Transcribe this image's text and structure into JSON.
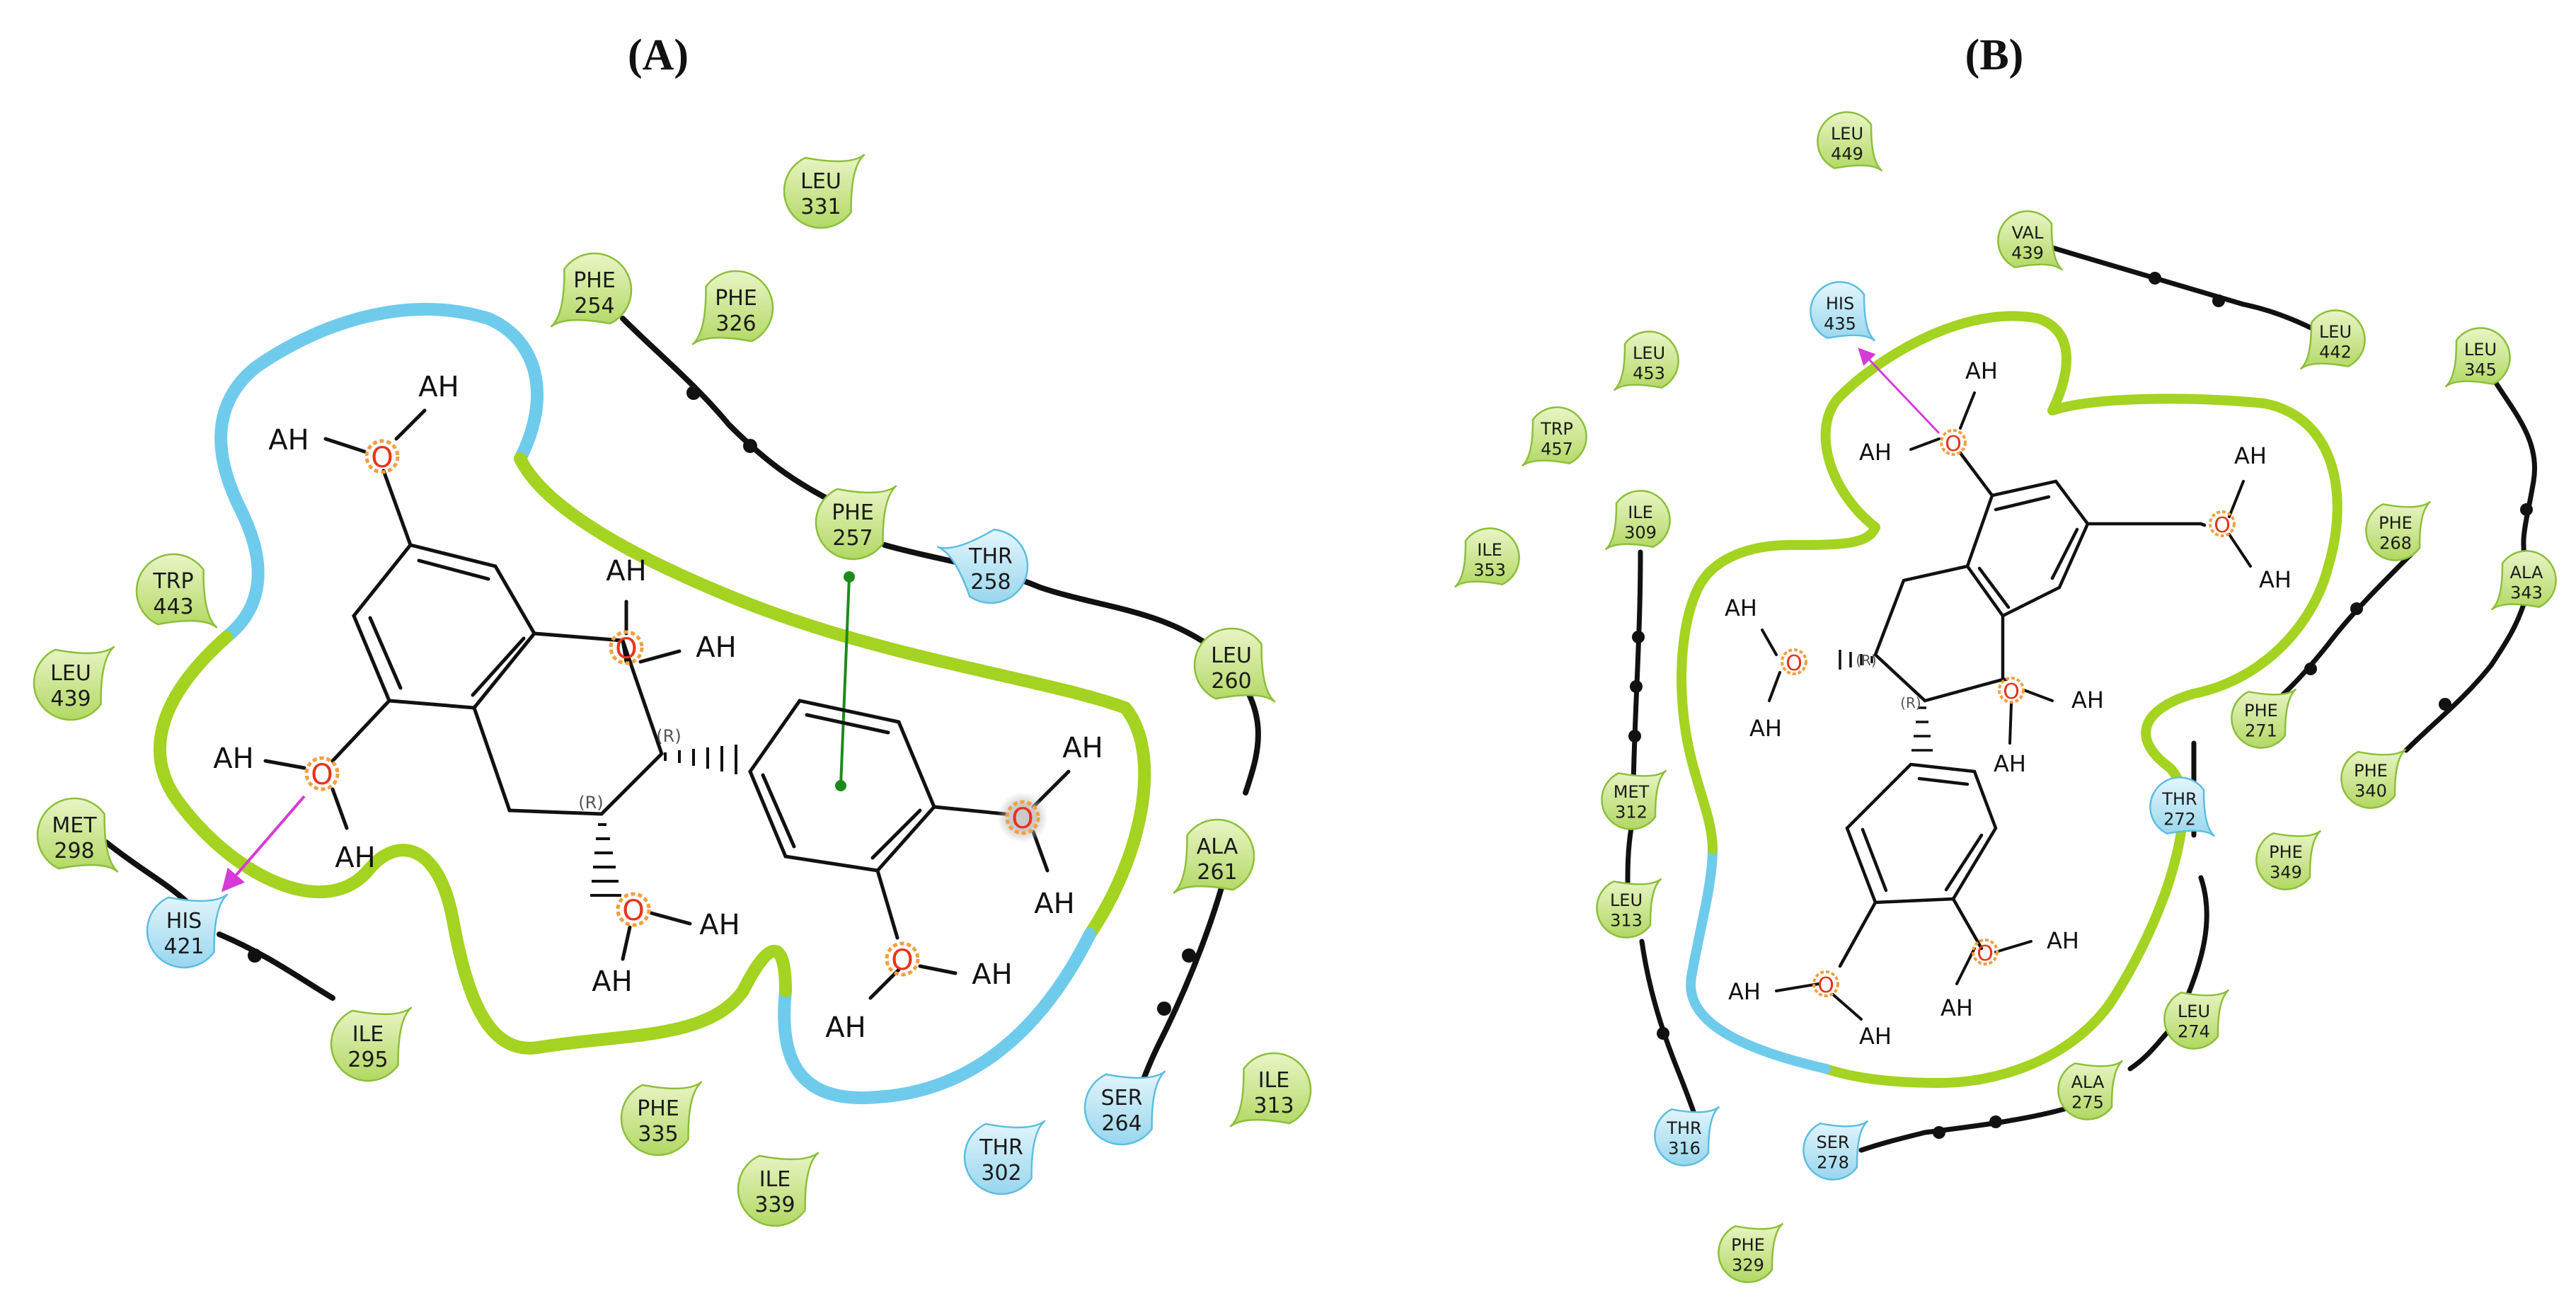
{
  "panels": [
    {
      "id": "A",
      "label": "(A)",
      "residues": [
        {
          "name": "LEU",
          "num": "331",
          "type": "hydrophobic"
        },
        {
          "name": "PHE",
          "num": "254",
          "type": "hydrophobic"
        },
        {
          "name": "PHE",
          "num": "326",
          "type": "hydrophobic"
        },
        {
          "name": "PHE",
          "num": "257",
          "type": "hydrophobic"
        },
        {
          "name": "THR",
          "num": "258",
          "type": "polar"
        },
        {
          "name": "LEU",
          "num": "260",
          "type": "hydrophobic"
        },
        {
          "name": "ALA",
          "num": "261",
          "type": "hydrophobic"
        },
        {
          "name": "SER",
          "num": "264",
          "type": "polar"
        },
        {
          "name": "ILE",
          "num": "313",
          "type": "hydrophobic"
        },
        {
          "name": "THR",
          "num": "302",
          "type": "polar"
        },
        {
          "name": "ILE",
          "num": "339",
          "type": "hydrophobic"
        },
        {
          "name": "PHE",
          "num": "335",
          "type": "hydrophobic"
        },
        {
          "name": "ILE",
          "num": "295",
          "type": "hydrophobic"
        },
        {
          "name": "HIS",
          "num": "421",
          "type": "polar"
        },
        {
          "name": "MET",
          "num": "298",
          "type": "hydrophobic"
        },
        {
          "name": "LEU",
          "num": "439",
          "type": "hydrophobic"
        },
        {
          "name": "TRP",
          "num": "443",
          "type": "hydrophobic"
        }
      ],
      "atoms": {
        "oxygen": "O",
        "ah": "AH",
        "stereo": "(R)"
      }
    },
    {
      "id": "B",
      "label": "(B)",
      "residues": [
        {
          "name": "LEU",
          "num": "449",
          "type": "hydrophobic"
        },
        {
          "name": "VAL",
          "num": "439",
          "type": "hydrophobic"
        },
        {
          "name": "HIS",
          "num": "435",
          "type": "polar"
        },
        {
          "name": "LEU",
          "num": "442",
          "type": "hydrophobic"
        },
        {
          "name": "LEU",
          "num": "345",
          "type": "hydrophobic"
        },
        {
          "name": "LEU",
          "num": "453",
          "type": "hydrophobic"
        },
        {
          "name": "TRP",
          "num": "457",
          "type": "hydrophobic"
        },
        {
          "name": "ILE",
          "num": "309",
          "type": "hydrophobic"
        },
        {
          "name": "ILE",
          "num": "353",
          "type": "hydrophobic"
        },
        {
          "name": "PHE",
          "num": "268",
          "type": "hydrophobic"
        },
        {
          "name": "ALA",
          "num": "343",
          "type": "hydrophobic"
        },
        {
          "name": "PHE",
          "num": "271",
          "type": "hydrophobic"
        },
        {
          "name": "PHE",
          "num": "340",
          "type": "hydrophobic"
        },
        {
          "name": "THR",
          "num": "272",
          "type": "polar"
        },
        {
          "name": "PHE",
          "num": "349",
          "type": "hydrophobic"
        },
        {
          "name": "MET",
          "num": "312",
          "type": "hydrophobic"
        },
        {
          "name": "LEU",
          "num": "313",
          "type": "hydrophobic"
        },
        {
          "name": "LEU",
          "num": "274",
          "type": "hydrophobic"
        },
        {
          "name": "ALA",
          "num": "275",
          "type": "hydrophobic"
        },
        {
          "name": "SER",
          "num": "278",
          "type": "polar"
        },
        {
          "name": "THR",
          "num": "316",
          "type": "polar"
        },
        {
          "name": "PHE",
          "num": "329",
          "type": "hydrophobic"
        }
      ],
      "atoms": {
        "oxygen": "O",
        "ah": "AH",
        "stereo": "(R)"
      }
    }
  ],
  "colors": {
    "hydrophobic_fill_top": "#e6f3c0",
    "hydrophobic_fill": "#b6da6a",
    "hydrophobic_stroke": "#8cbf3a",
    "polar_fill_top": "#dff3fb",
    "polar_fill": "#9fdaf0",
    "polar_stroke": "#5dbde0",
    "pocket_green": "#a4d321",
    "pocket_blue": "#6fcbec",
    "backbone": "#111111",
    "hbond_arrow": "#d63ad6",
    "pi_stack": "#1e8a1e",
    "oxygen_red": "#e8341c",
    "oxygen_halo": "#f0a040",
    "bond": "#111111"
  }
}
